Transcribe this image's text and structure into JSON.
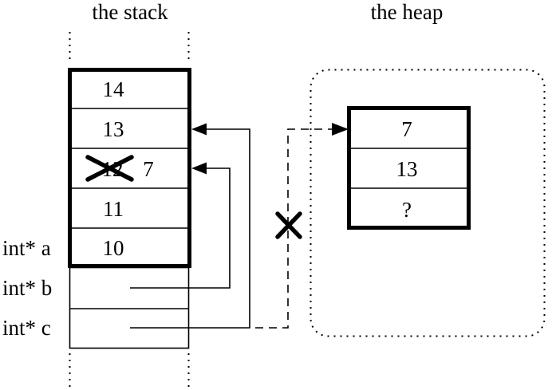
{
  "titles": {
    "stack": "the stack",
    "heap": "the heap"
  },
  "stack": {
    "cells": [
      {
        "value": "14"
      },
      {
        "value": "13"
      },
      {
        "value": "12",
        "crossed_out": true,
        "replacement": "7"
      },
      {
        "value": "11"
      },
      {
        "value": "10"
      }
    ],
    "pointer_labels": [
      {
        "label": "int* a"
      },
      {
        "label": "int* b"
      },
      {
        "label": "int* c"
      }
    ]
  },
  "heap": {
    "cells": [
      {
        "value": "7"
      },
      {
        "value": "13"
      },
      {
        "value": "?"
      }
    ]
  },
  "pointers": [
    {
      "name": "b-to-stack-cell",
      "style": "solid",
      "crossed_out": false
    },
    {
      "name": "c-to-stack-cell",
      "style": "solid",
      "crossed_out": false
    },
    {
      "name": "old-pointer-to-heap",
      "style": "dashed",
      "crossed_out": true
    }
  ],
  "colors": {
    "ink": "#000000",
    "background": "#ffffff"
  }
}
